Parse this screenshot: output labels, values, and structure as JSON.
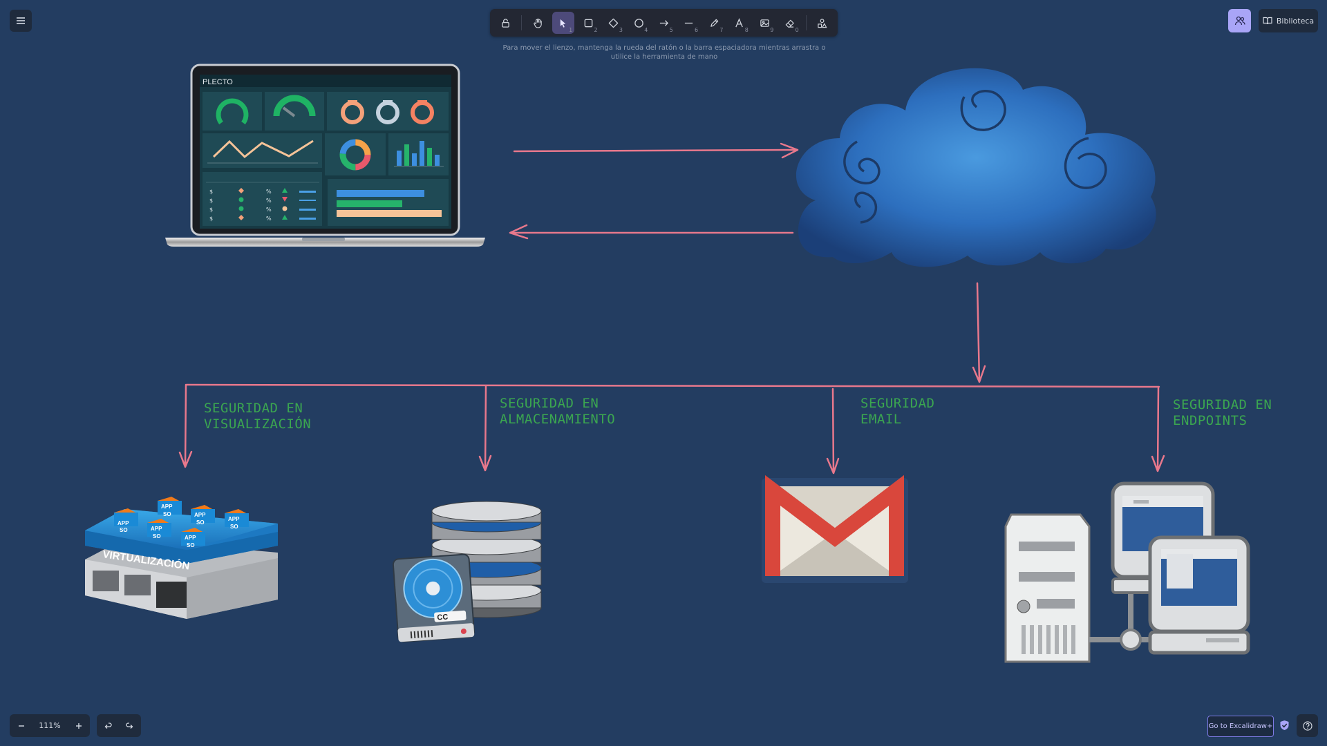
{
  "toolbar": {
    "tools": [
      {
        "name": "lock",
        "num": ""
      },
      {
        "name": "hand",
        "num": ""
      },
      {
        "name": "selection",
        "num": "1"
      },
      {
        "name": "rectangle",
        "num": "2"
      },
      {
        "name": "diamond",
        "num": "3"
      },
      {
        "name": "ellipse",
        "num": "4"
      },
      {
        "name": "arrow",
        "num": "5"
      },
      {
        "name": "line",
        "num": "6"
      },
      {
        "name": "draw",
        "num": "7"
      },
      {
        "name": "text",
        "num": "8"
      },
      {
        "name": "image",
        "num": "9"
      },
      {
        "name": "eraser",
        "num": "0"
      }
    ],
    "active_tool": "selection"
  },
  "hint": "Para mover el lienzo, mantenga la rueda del ratón o la barra espaciadora mientras arrastra o utilice la herramienta de mano",
  "header": {
    "library_label": "Biblioteca"
  },
  "footer": {
    "zoom_value": "111%",
    "excalidraw_plus_label": "Go to Excalidraw+"
  },
  "canvas": {
    "laptop_brand": "PLECTO",
    "labels": {
      "virtualization": "SEGURIDAD EN\nVISUALIZACIÓN",
      "storage": "SEGURIDAD EN\nALMACENAMIENTO",
      "email": "SEGURIDAD\nEMAIL",
      "endpoints": "SEGURIDAD EN\nENDPOINTS"
    },
    "virtualization_caption": "VIRTUALIZACIÓN",
    "app_tile": "APP",
    "so_tile": "SO",
    "cc_badge": "CC"
  },
  "colors": {
    "background": "#233d61",
    "arrow": "#e8788c",
    "label_green": "#3ba650",
    "accent": "#a9a5f7"
  }
}
